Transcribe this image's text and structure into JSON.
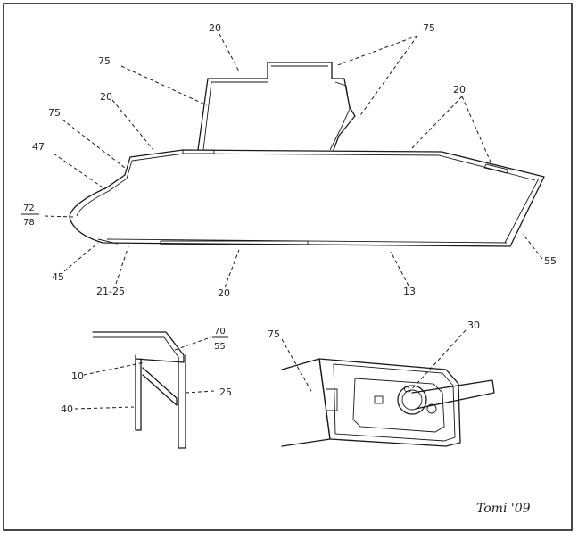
{
  "labels": {
    "hull_20_top": "20",
    "hull_75_top_left": "75",
    "hull_75_top_right": "75",
    "hull_20_left": "20",
    "hull_75_left": "75",
    "hull_47": "47",
    "hull_72_78_num": "72",
    "hull_72_78_den": "78",
    "hull_45": "45",
    "hull_21_25": "21-25",
    "hull_20_bottom": "20",
    "hull_13": "13",
    "hull_55": "55",
    "hull_20_right": "20",
    "detail_70_55_num": "70",
    "detail_70_55_den": "55",
    "detail_10": "10",
    "detail_25": "25",
    "detail_40": "40",
    "mantlet_75": "75",
    "mantlet_30": "30"
  },
  "signature": "Tomi '09"
}
